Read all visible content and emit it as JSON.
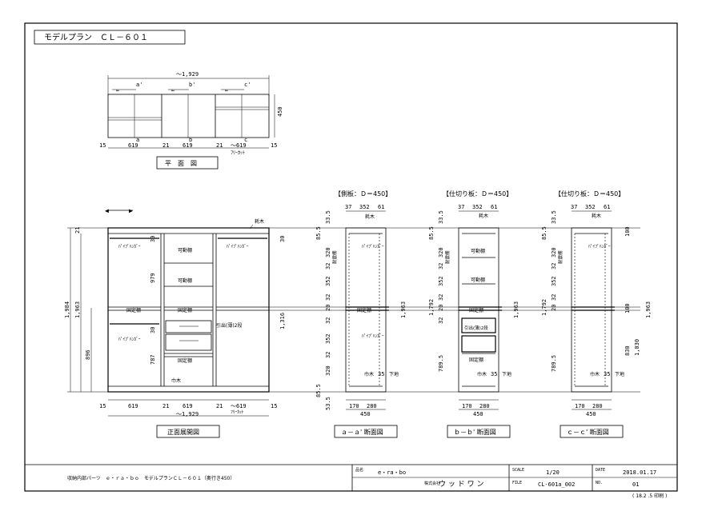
{
  "title": "モデルプラン　ＣＬ－６０１",
  "plan": {
    "overall_width": "～1,929",
    "depth": "450",
    "sections": [
      "a'",
      "b'",
      "c'"
    ],
    "sections_bottom": [
      "a",
      "b",
      "c"
    ],
    "widths": [
      "15",
      "619",
      "21",
      "619",
      "21",
      "～619",
      "15"
    ],
    "free_cut": "ﾌﾘｰｶｯﾄ",
    "caption": "平　面　図"
  },
  "front": {
    "caption": "正面展開図",
    "label_top_board": "耗木",
    "label_pipe": "ﾊﾟｲﾌﾟﾊﾝｶﾞｰ",
    "label_shelf": "可動棚",
    "label_fixed_shelf": "固定棚",
    "label_drawer": "引出(薄)2段",
    "label_post": "巾木",
    "height_total": "1,984",
    "height_inner": "1,963",
    "height_low": "896",
    "height_mid": "1,316",
    "dim_979": "979",
    "dim_787": "787",
    "dim_21": "21",
    "dim_30": "30",
    "overall_width": "～1,929",
    "widths": [
      "15",
      "619",
      "21",
      "619",
      "21",
      "～619",
      "15"
    ],
    "free_cut": "ﾌﾘｰｶｯﾄ"
  },
  "sections": [
    {
      "heading": "【側板：Ｄ＝450】",
      "caption": "ａ－ａ' 断面図",
      "top_dims": [
        "37",
        "352",
        "61"
      ],
      "bottom_dims": [
        "170",
        "280"
      ],
      "total": "450",
      "left_dims": [
        "33.5",
        "85.5",
        "320",
        "32",
        "352",
        "32",
        "20",
        "32",
        "352",
        "32",
        "320",
        "85.5",
        "53.5"
      ],
      "right_dim": "1,963",
      "labels": [
        "耗木",
        "ﾊﾟｲﾌﾟﾊﾝｶﾞｰ",
        "耐震棚",
        "固定棚",
        "ﾊﾟｲﾌﾟﾊﾝｶﾞｰ",
        "巾木",
        "35",
        "下地"
      ]
    },
    {
      "heading": "【仕切り板：Ｄ＝450】",
      "caption": "ｂ－ｂ' 断面図",
      "top_dims": [
        "37",
        "352",
        "61"
      ],
      "bottom_dims": [
        "170",
        "280"
      ],
      "total": "450",
      "left_dims": [
        "33.5",
        "85.5",
        "320",
        "32",
        "352",
        "32",
        "20",
        "32",
        "1,792",
        "789.5"
      ],
      "right_dim": "1,963",
      "labels": [
        "耗木",
        "耐震棚",
        "可動棚",
        "可動棚",
        "固定棚",
        "引出(薄)2段",
        "固定棚",
        "巾木",
        "35",
        "下地"
      ]
    },
    {
      "heading": "【仕切り板：Ｄ＝450】",
      "caption": "ｃ－ｃ' 断面図",
      "top_dims": [
        "37",
        "352",
        "61"
      ],
      "bottom_dims": [
        "170",
        "280"
      ],
      "total": "450",
      "left_dims": [
        "33.5",
        "85.5",
        "320",
        "32",
        "352",
        "32",
        "20",
        "1,792",
        "789.5"
      ],
      "right_dims": [
        "1,963",
        "100",
        "830",
        "1,030",
        "100"
      ],
      "labels": [
        "耗木",
        "ﾊﾟｲﾌﾟﾊﾝｶﾞｰ",
        "耐震棚",
        "巾木",
        "35",
        "下地"
      ]
    }
  ],
  "title_block": {
    "description": "収納内部パーツ　ｅ・ｒａ・ｂｏ　モデルプランＣＬ－６０１（奥行き450）",
    "product_label": "品名",
    "product": "e・ra・bo",
    "company_label": "株式会社",
    "company": "ウ ッ ド ワ ン",
    "scale_label": "SCALE",
    "scale": "1/20",
    "file_label": "FILE",
    "file": "CL-601a_002",
    "date_label": "DATE",
    "date": "2018.01.17",
    "no_label": "NO.",
    "no": "01",
    "footer": "( 18.2 .5  印刷 )"
  }
}
